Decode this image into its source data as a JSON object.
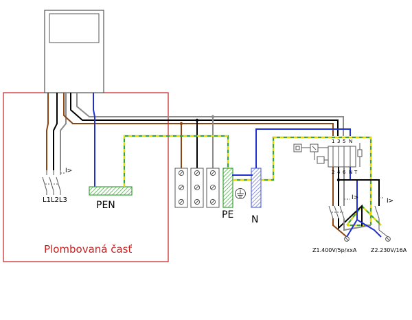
{
  "labels": {
    "sealed_part": "Plombovaná časť",
    "pen": "PEN",
    "pe": "PE",
    "n": "N",
    "phases": "L1L2L3",
    "breaker_main": "I>",
    "breaker_z1": "I>",
    "breaker_z2": "I>",
    "z1": "Z1.400V/5p/xxA",
    "z2": "Z2.230V/16A",
    "rcd_top": [
      "1",
      "3",
      "5",
      "N"
    ],
    "rcd_bottom": [
      "2",
      "4",
      "6",
      "N"
    ],
    "rcd_test": "T"
  },
  "colors": {
    "brown": "#8b4513",
    "black": "#000000",
    "gray": "#8a8a8a",
    "blue": "#1f2fd0",
    "pe_green": "#3aa335",
    "pe_yellow": "#e6d800",
    "sealed_border": "#c81e1e"
  }
}
